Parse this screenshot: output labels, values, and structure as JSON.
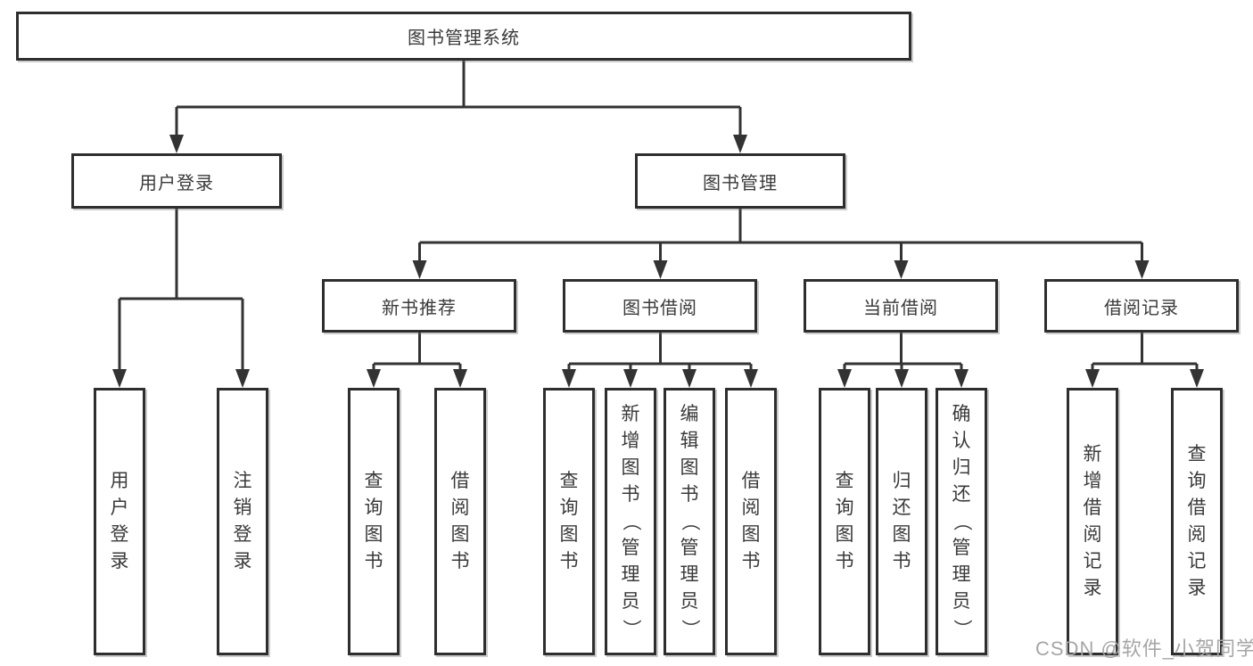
{
  "watermark": "CSDN @软件_小贺同学",
  "colors": {
    "line": "#333333",
    "box_border": "#2e2e2e",
    "text": "#3a3a3a",
    "watermark": "#a6a6a6",
    "background": "#ffffff"
  },
  "tree": {
    "root": "图书管理系统",
    "level2": [
      {
        "label": "用户登录",
        "leaves": [
          "用户登录",
          "注销登录"
        ]
      },
      {
        "label": "图书管理",
        "groups": [
          {
            "label": "新书推荐",
            "leaves": [
              "查询图书",
              "借阅图书"
            ]
          },
          {
            "label": "图书借阅",
            "leaves": [
              "查询图书",
              "新增图书（管理员）",
              "编辑图书（管理员）",
              "借阅图书"
            ]
          },
          {
            "label": "当前借阅",
            "leaves": [
              "查询图书",
              "归还图书",
              "确认归还（管理员）"
            ]
          },
          {
            "label": "借阅记录",
            "leaves": [
              "新增借阅记录",
              "查询借阅记录"
            ]
          }
        ]
      }
    ]
  }
}
